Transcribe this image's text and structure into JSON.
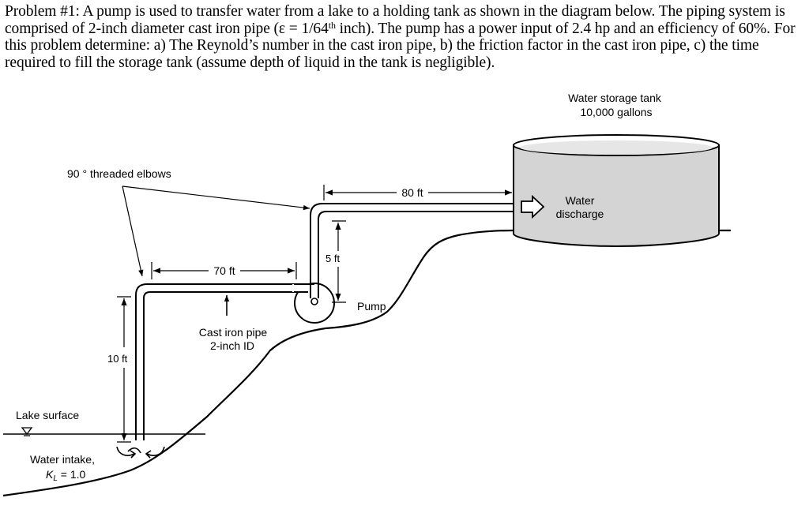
{
  "problem": {
    "part1": "Problem #1: A pump is used to transfer water from a lake to a holding tank as shown in the diagram below. The piping system is comprised of 2-inch diameter cast iron pipe (ε = 1/64",
    "sup": "th",
    "part2": " inch). The pump has a power input of 2.4 hp and an efficiency of 60%. For this problem determine: a) The Reynold’s number in the cast iron pipe, b) the friction factor in the cast iron pipe, c) the time required to fill the storage tank (assume depth of liquid in the tank is negligible)."
  },
  "labels": {
    "tank_title": "Water storage tank",
    "tank_volume": "10,000 gallons",
    "elbows": "90 ° threaded elbows",
    "dim_80": "80 ft",
    "dim_70": "70 ft",
    "dim_5": "5 ft",
    "dim_10": "10 ft",
    "discharge_1": "Water",
    "discharge_2": "discharge",
    "pump": "Pump",
    "pipe_1": "Cast iron pipe",
    "pipe_2": "2-inch ID",
    "lake": "Lake surface",
    "intake_1": "Water intake,",
    "intake_k": "K",
    "intake_sub": "L",
    "intake_val": " = 1.0"
  }
}
